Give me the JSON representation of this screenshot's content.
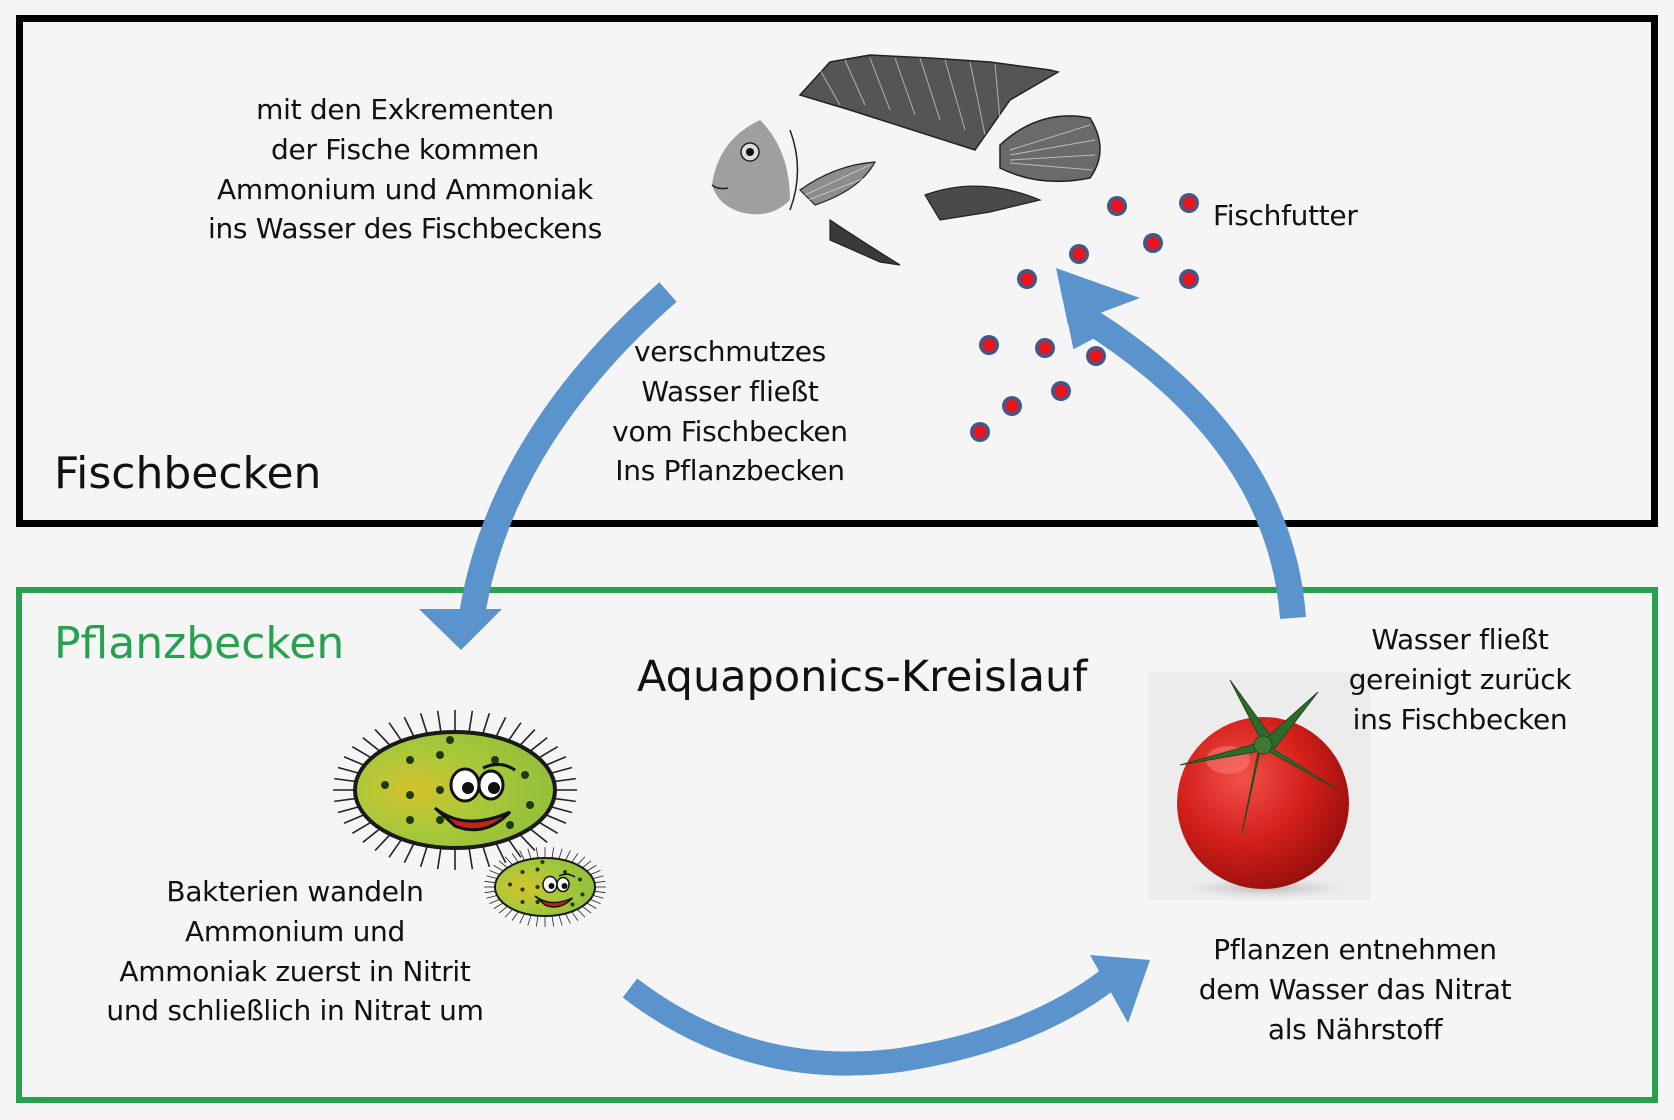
{
  "diagram": {
    "title": "Aquaponics-Kreislauf",
    "sections": {
      "fish_tank": {
        "label": "Fischbecken",
        "border_color": "#000000"
      },
      "plant_tank": {
        "label": "Pflanzbecken",
        "border_color": "#27a150"
      }
    },
    "annotations": {
      "excrements": [
        "mit den Exkrementen",
        "der Fische kommen",
        "Ammonium und Ammoniak",
        "ins Wasser des Fischbeckens"
      ],
      "dirty_water": [
        "verschmutzes",
        "Wasser fließt",
        "vom Fischbecken",
        "Ins Pflanzbecken"
      ],
      "fish_feed": "Fischfutter",
      "clean_water": [
        "Wasser fließt",
        "gereinigt zurück",
        "ins Fischbecken"
      ],
      "bacteria": [
        "Bakterien wandeln",
        "Ammonium und",
        "Ammoniak zuerst in Nitrit",
        "und schließlich in Nitrat um"
      ],
      "plants": [
        "Pflanzen entnehmen",
        "dem Wasser das Nitrat",
        "als Nährstoff"
      ]
    },
    "illustrations": {
      "fish": "fish-illustration",
      "feed_pellets": "feed-pellet-icon",
      "bacteria": "bacteria-illustration",
      "tomato": "tomato-illustration"
    },
    "colors": {
      "arrow": "#5b94cc",
      "pellet_fill": "#e8141e",
      "pellet_ring": "#3f5a8a",
      "background": "#f5f5f5",
      "plant_green": "#27a150"
    }
  }
}
